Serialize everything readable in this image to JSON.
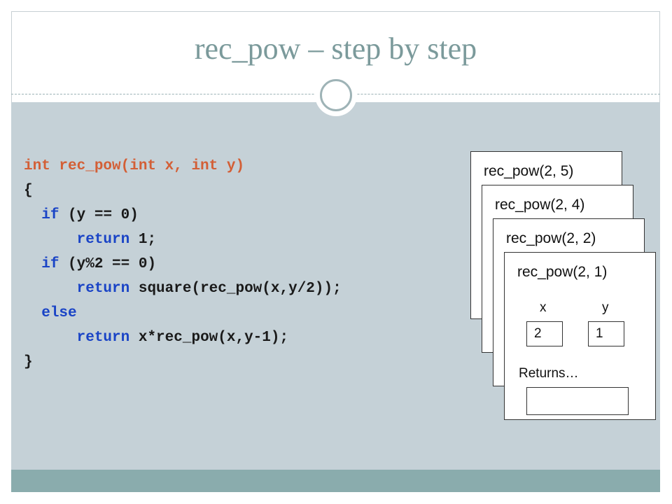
{
  "slide": {
    "title": "rec_pow – step by step"
  },
  "code": {
    "lines": [
      [
        {
          "t": "int rec_pow(int x, int y)",
          "c": "sig"
        }
      ],
      [
        {
          "t": "{",
          "c": ""
        }
      ],
      [
        {
          "t": "  ",
          "c": ""
        },
        {
          "t": "if",
          "c": "kw"
        },
        {
          "t": " (y == 0)",
          "c": ""
        }
      ],
      [
        {
          "t": "      ",
          "c": ""
        },
        {
          "t": "return",
          "c": "kw"
        },
        {
          "t": " 1;",
          "c": ""
        }
      ],
      [
        {
          "t": "  ",
          "c": ""
        },
        {
          "t": "if",
          "c": "kw"
        },
        {
          "t": " (y%2 == 0)",
          "c": ""
        }
      ],
      [
        {
          "t": "      ",
          "c": ""
        },
        {
          "t": "return",
          "c": "kw"
        },
        {
          "t": " square(rec_pow(x,y/2));",
          "c": ""
        }
      ],
      [
        {
          "t": "  ",
          "c": ""
        },
        {
          "t": "else",
          "c": "kw"
        }
      ],
      [
        {
          "t": "      ",
          "c": ""
        },
        {
          "t": "return",
          "c": "kw"
        },
        {
          "t": " x*rec_pow(x,y-1);",
          "c": ""
        }
      ],
      [
        {
          "t": "}",
          "c": ""
        }
      ]
    ]
  },
  "stack": {
    "frames": [
      {
        "label": "rec_pow(2, 5)"
      },
      {
        "label": "rec_pow(2, 4)"
      },
      {
        "label": "rec_pow(2, 2)"
      },
      {
        "label": "rec_pow(2, 1)"
      }
    ],
    "top": {
      "x_label": "x",
      "y_label": "y",
      "x_value": "2",
      "y_value": "1",
      "returns_label": "Returns…",
      "returns_value": ""
    }
  },
  "colors": {
    "title": "#7b9a9b",
    "content_bg": "#c5d1d7",
    "footer": "#8aacad",
    "keyword": "#1a44c6",
    "signature": "#d35f36"
  }
}
